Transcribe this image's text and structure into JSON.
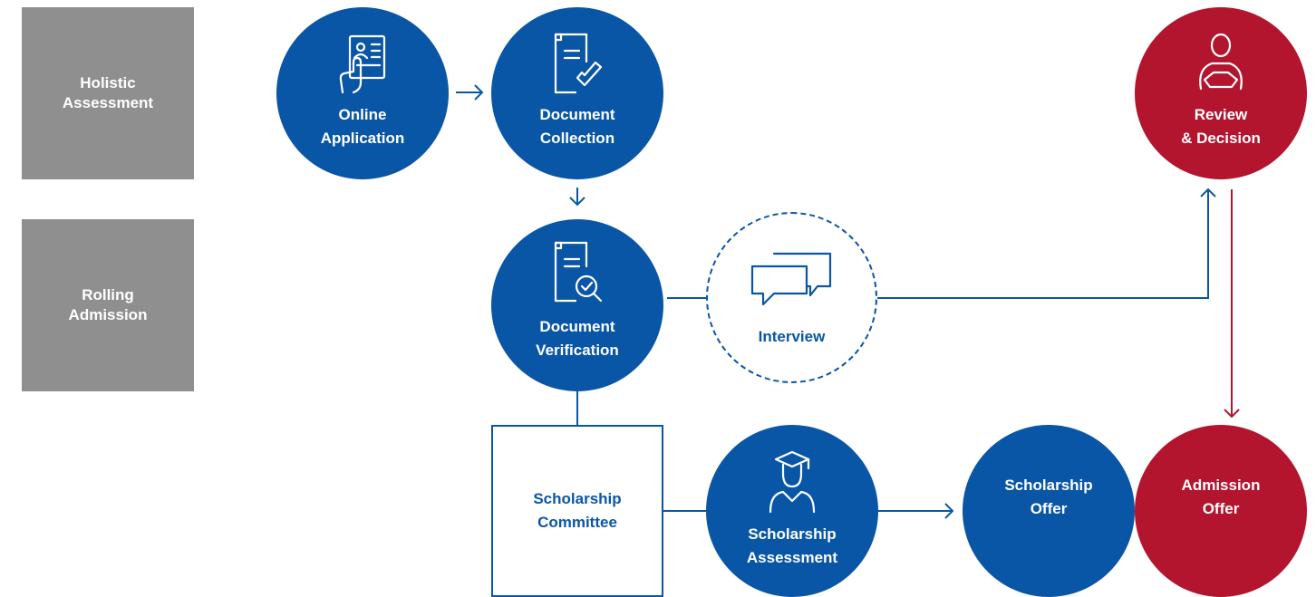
{
  "side_labels": {
    "holistic": "Holistic\nAssessment",
    "rolling": "Rolling\nAdmission"
  },
  "nodes": {
    "online_application": "Online\nApplication",
    "document_collection": "Document\nCollection",
    "document_verification": "Document\nVerification",
    "interview": "Interview",
    "review_decision": "Review\n& Decision",
    "scholarship_committee": "Scholarship\nCommittee",
    "scholarship_assessment": "Scholarship\nAssessment",
    "scholarship_offer": "Scholarship\nOffer",
    "admission_offer": "Admission\nOffer"
  },
  "icons": {
    "online_application": "touch-form-icon",
    "document_collection": "document-check-icon",
    "document_verification": "document-search-icon",
    "interview": "chat-bubbles-icon",
    "review_decision": "reviewer-person-icon",
    "scholarship_assessment": "graduate-icon"
  },
  "colors": {
    "blue": "#0a56a6",
    "red": "#b3152f",
    "gray": "#8f8f8f"
  }
}
